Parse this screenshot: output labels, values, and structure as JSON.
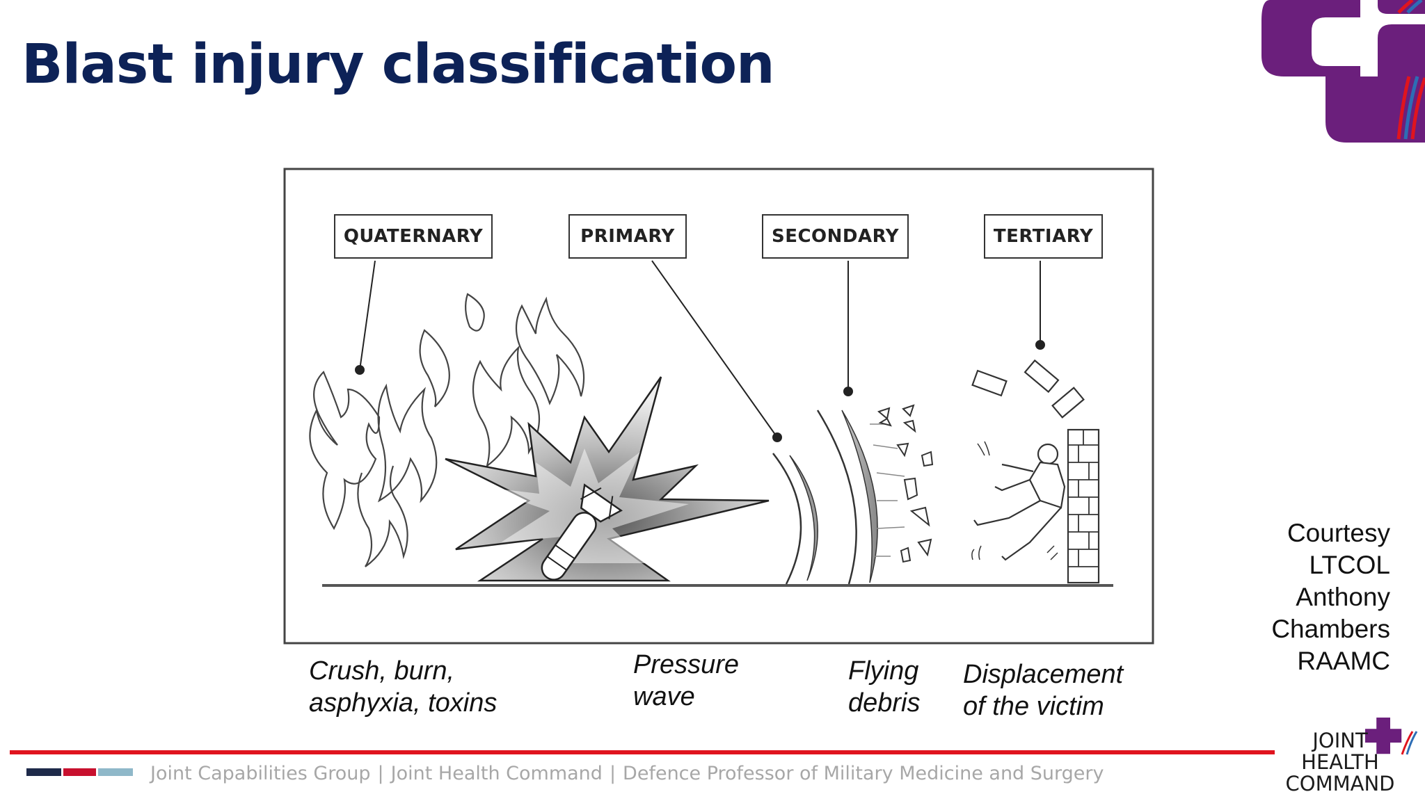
{
  "slide": {
    "title": "Blast injury classification"
  },
  "diagram": {
    "boxes": [
      {
        "id": "quaternary",
        "label": "QUATERNARY"
      },
      {
        "id": "primary",
        "label": "PRIMARY"
      },
      {
        "id": "secondary",
        "label": "SECONDARY"
      },
      {
        "id": "tertiary",
        "label": "TERTIARY"
      }
    ],
    "captions": {
      "quaternary": [
        "Crush, burn,",
        "asphyxia, toxins"
      ],
      "primary": [
        "Pressure",
        "wave"
      ],
      "secondary": [
        "Flying",
        "debris"
      ],
      "tertiary": [
        "Displacement",
        "of the victim"
      ]
    }
  },
  "credit": [
    "Courtesy",
    "LTCOL",
    "Anthony",
    "Chambers",
    "RAAMC"
  ],
  "footer": {
    "items": [
      "Joint Capabilities Group",
      "Joint Health Command",
      "Defence Professor of Military Medicine and Surgery"
    ],
    "separator": "|"
  },
  "logo": {
    "lines": [
      "JOINT",
      "HEALTH",
      "COMMAND"
    ]
  },
  "colors": {
    "title": "#0d2257",
    "logo_purple": "#6b1f7c",
    "footer_red": "#e0141e",
    "stripe_navy": "#1e2a4a",
    "stripe_red": "#c8102e",
    "stripe_light": "#8fb8c9"
  }
}
